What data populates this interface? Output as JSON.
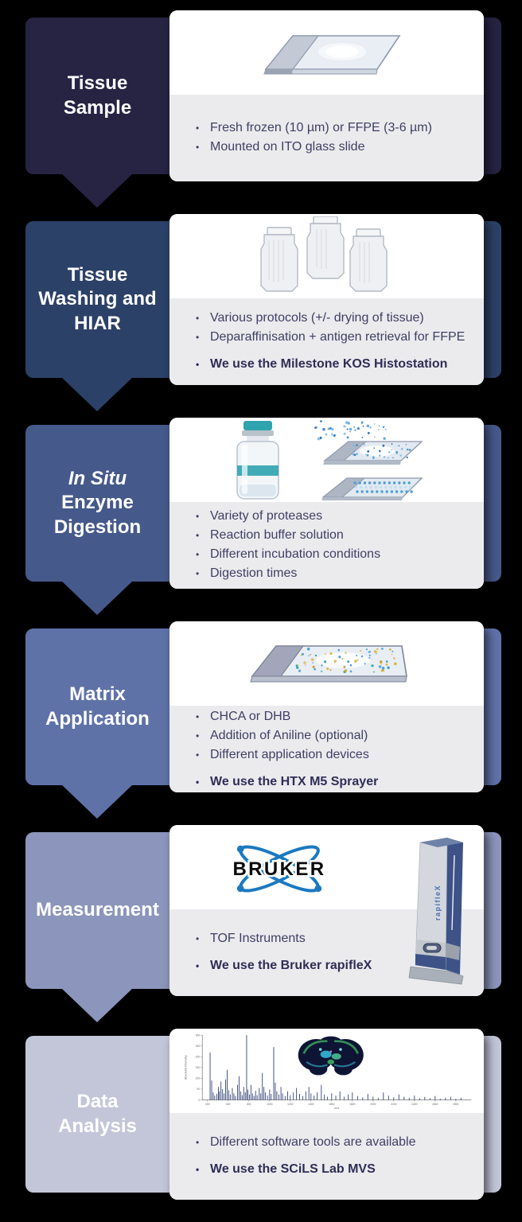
{
  "palette": {
    "background": "#000000",
    "card_bg": "#ffffff",
    "band_bg": "#ebebee",
    "bullet_text": "#3f3e63",
    "bullet_bold_text": "#2f2d55",
    "label_text": "#ffffff",
    "bruker_blue": "#1b79c0",
    "spectrum_peak": "#3b4a7c"
  },
  "brand": {
    "bruker_logo_text": "BRUKER",
    "instrument_label": "rapifleX"
  },
  "steps": [
    {
      "name": "tissue-sample",
      "panel_color": "#262343",
      "icon": "glass-slide-icon",
      "label_lines": [
        {
          "text": "Tissue",
          "italic": false
        },
        {
          "text": "Sample",
          "italic": false
        }
      ],
      "bullets": [
        {
          "text": "Fresh frozen (10 µm) or FFPE (3-6 µm)",
          "bold": false
        },
        {
          "text": "Mounted on ITO glass slide",
          "bold": false
        }
      ],
      "has_arrow": true
    },
    {
      "name": "tissue-washing-hiar",
      "panel_color": "#2c4168",
      "icon": "staining-jars-icon",
      "label_lines": [
        {
          "text": "Tissue",
          "italic": false
        },
        {
          "text": "Washing and",
          "italic": false
        },
        {
          "text": "HIAR",
          "italic": false
        }
      ],
      "bullets": [
        {
          "text": "Various protocols (+/- drying of tissue)",
          "bold": false
        },
        {
          "text": "Deparaffinisation + antigen retrieval for FFPE",
          "bold": false
        },
        {
          "text": "We use the Milestone KOS Histostation",
          "bold": true
        }
      ],
      "has_arrow": true
    },
    {
      "name": "in-situ-enzyme-digestion",
      "panel_color": "#46598b",
      "icon": "enzyme-vial-and-slides-icon",
      "label_lines": [
        {
          "text": "In Situ",
          "italic": true
        },
        {
          "text": "Enzyme",
          "italic": false
        },
        {
          "text": "Digestion",
          "italic": false
        }
      ],
      "bullets": [
        {
          "text": "Variety of proteases",
          "bold": false
        },
        {
          "text": "Reaction buffer solution",
          "bold": false
        },
        {
          "text": "Different incubation conditions",
          "bold": false
        },
        {
          "text": "Digestion times",
          "bold": false
        }
      ],
      "has_arrow": true
    },
    {
      "name": "matrix-application",
      "panel_color": "#5f72a8",
      "icon": "matrix-coated-slide-icon",
      "label_lines": [
        {
          "text": "Matrix",
          "italic": false
        },
        {
          "text": "Application",
          "italic": false
        }
      ],
      "bullets": [
        {
          "text": "CHCA or DHB",
          "bold": false
        },
        {
          "text": "Addition of Aniline (optional)",
          "bold": false
        },
        {
          "text": "Different application devices",
          "bold": false
        },
        {
          "text": "We use the HTX M5 Sprayer",
          "bold": true
        }
      ],
      "has_arrow": true
    },
    {
      "name": "measurement",
      "panel_color": "#8c95bb",
      "icon": "bruker-logo-and-instrument-icon",
      "label_lines": [
        {
          "text": "Measurement",
          "italic": false
        }
      ],
      "bullets": [
        {
          "text": "TOF Instruments",
          "bold": false
        },
        {
          "text": "We use the Bruker rapifleX",
          "bold": true
        }
      ],
      "has_arrow": true
    },
    {
      "name": "data-analysis",
      "panel_color": "#c2c6d8",
      "icon": "mass-spectrum-chart-icon",
      "label_lines": [
        {
          "text": "Data",
          "italic": false
        },
        {
          "text": "Analysis",
          "italic": false
        }
      ],
      "bullets": [
        {
          "text": "Different software tools are available",
          "bold": false
        },
        {
          "text": "We use the SCiLS Lab MVS",
          "bold": true
        }
      ],
      "has_arrow": false
    }
  ],
  "chart_data": {
    "type": "stem",
    "title": "",
    "xlabel": "m/z",
    "ylabel": "Absolute Intensity",
    "xlim": [
      350,
      2950
    ],
    "ylim": [
      0,
      300
    ],
    "x_ticks": [
      400,
      600,
      800,
      1000,
      1200,
      1400,
      1600,
      1800,
      2000,
      2200,
      2400,
      2600,
      2800
    ],
    "y_ticks": [
      0,
      50,
      100,
      150,
      200,
      250,
      300
    ],
    "grid": false,
    "peaks": [
      [
        425,
        220
      ],
      [
        440,
        90
      ],
      [
        455,
        35
      ],
      [
        470,
        20
      ],
      [
        490,
        28
      ],
      [
        505,
        60
      ],
      [
        515,
        40
      ],
      [
        530,
        85
      ],
      [
        545,
        50
      ],
      [
        560,
        30
      ],
      [
        575,
        95
      ],
      [
        590,
        140
      ],
      [
        605,
        45
      ],
      [
        620,
        25
      ],
      [
        640,
        55
      ],
      [
        655,
        30
      ],
      [
        670,
        18
      ],
      [
        690,
        70
      ],
      [
        705,
        110
      ],
      [
        720,
        40
      ],
      [
        735,
        22
      ],
      [
        750,
        60
      ],
      [
        765,
        35
      ],
      [
        778,
        300
      ],
      [
        790,
        48
      ],
      [
        805,
        25
      ],
      [
        820,
        70
      ],
      [
        835,
        30
      ],
      [
        850,
        18
      ],
      [
        865,
        42
      ],
      [
        880,
        22
      ],
      [
        900,
        55
      ],
      [
        915,
        30
      ],
      [
        930,
        125
      ],
      [
        945,
        60
      ],
      [
        960,
        35
      ],
      [
        980,
        20
      ],
      [
        1000,
        48
      ],
      [
        1015,
        28
      ],
      [
        1040,
        245
      ],
      [
        1055,
        80
      ],
      [
        1070,
        40
      ],
      [
        1090,
        25
      ],
      [
        1110,
        60
      ],
      [
        1125,
        30
      ],
      [
        1150,
        18
      ],
      [
        1175,
        40
      ],
      [
        1200,
        22
      ],
      [
        1230,
        35
      ],
      [
        1260,
        55
      ],
      [
        1290,
        28
      ],
      [
        1320,
        18
      ],
      [
        1350,
        40
      ],
      [
        1380,
        60
      ],
      [
        1400,
        30
      ],
      [
        1430,
        20
      ],
      [
        1460,
        35
      ],
      [
        1500,
        70
      ],
      [
        1530,
        25
      ],
      [
        1560,
        15
      ],
      [
        1600,
        30
      ],
      [
        1640,
        20
      ],
      [
        1680,
        40
      ],
      [
        1720,
        15
      ],
      [
        1760,
        25
      ],
      [
        1800,
        35
      ],
      [
        1850,
        18
      ],
      [
        1900,
        12
      ],
      [
        1950,
        28
      ],
      [
        2000,
        15
      ],
      [
        2050,
        10
      ],
      [
        2100,
        35
      ],
      [
        2150,
        20
      ],
      [
        2200,
        12
      ],
      [
        2250,
        25
      ],
      [
        2300,
        15
      ],
      [
        2350,
        10
      ],
      [
        2400,
        20
      ],
      [
        2450,
        8
      ],
      [
        2500,
        14
      ],
      [
        2550,
        8
      ],
      [
        2600,
        18
      ],
      [
        2650,
        6
      ],
      [
        2700,
        10
      ],
      [
        2750,
        14
      ],
      [
        2800,
        6
      ],
      [
        2850,
        10
      ]
    ]
  }
}
